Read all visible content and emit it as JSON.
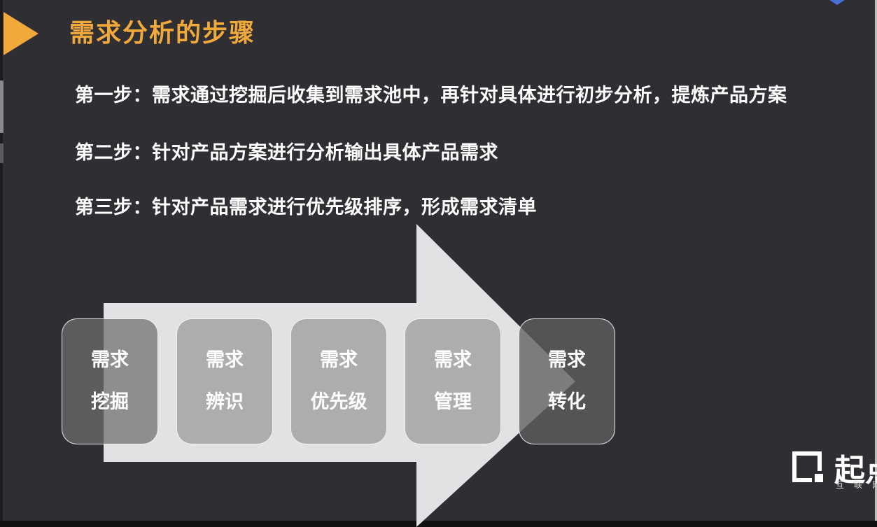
{
  "slide": {
    "title": "需求分析的步骤",
    "steps": [
      "第一步：需求通过挖掘后收集到需求池中，再针对具体进行初步分析，提炼产品方案",
      "第二步：针对产品方案进行分析输出具体产品需求",
      "第三步：针对产品需求进行优先级排序，形成需求清单"
    ],
    "process": [
      {
        "line1": "需求",
        "line2": "挖掘"
      },
      {
        "line1": "需求",
        "line2": "辨识"
      },
      {
        "line1": "需求",
        "line2": "优先级"
      },
      {
        "line1": "需求",
        "line2": "管理"
      },
      {
        "line1": "需求",
        "line2": "转化"
      }
    ]
  },
  "logo": {
    "text": "起点",
    "subtitle": "互联网",
    "icon": "logo-square-icon"
  },
  "colors": {
    "background": "#2f2f33",
    "title": "#f2a93b",
    "arrow": "#e2e2e4",
    "text": "#ffffff"
  }
}
